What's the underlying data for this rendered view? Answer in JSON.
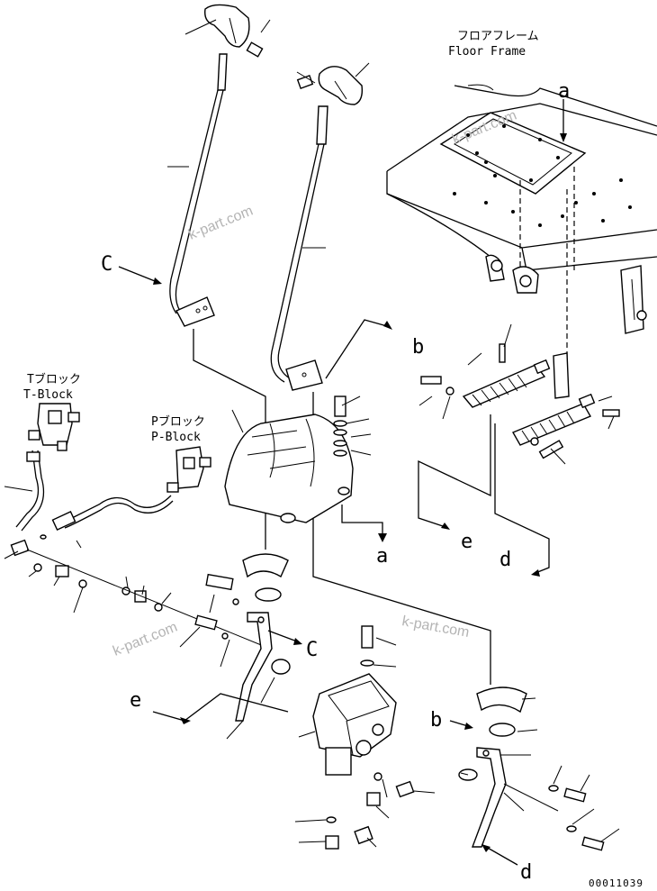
{
  "labels": {
    "floor_frame_jp": "フロアフレーム",
    "floor_frame_en": "Floor Frame",
    "t_block_jp": "Tブロック",
    "t_block_en": "T-Block",
    "p_block_jp": "Pブロック",
    "p_block_en": "P-Block",
    "ref_a_top": "a",
    "ref_a_mid": "a",
    "ref_b_top": "b",
    "ref_b_bottom": "b",
    "ref_c_left": "C",
    "ref_c_mid": "C",
    "ref_d_right": "d",
    "ref_d_bottom": "d",
    "ref_e_right": "e",
    "ref_e_left": "e",
    "drawing_number": "00011039"
  },
  "watermarks": [
    "k-part.com",
    "k-part.com",
    "k-part.com",
    "k-part.com"
  ]
}
